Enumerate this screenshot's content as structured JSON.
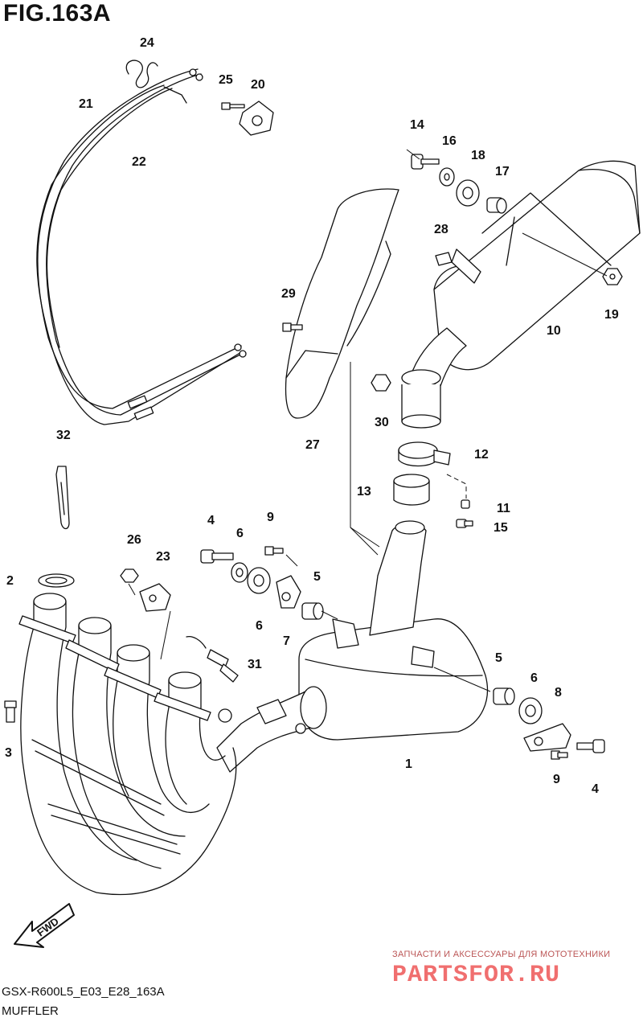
{
  "figure": {
    "title": "FIG.163A",
    "code": "GSX-R600L5_E03_E28_163A",
    "name": "MUFFLER"
  },
  "direction_badge": "FWD",
  "watermark": {
    "tagline": "ЗАПЧАСТИ И АКСЕССУАРЫ ДЛЯ МОТОТЕХНИКИ",
    "logo": "PARTSFOR.RU"
  },
  "callouts": [
    "1",
    "2",
    "3",
    "4",
    "4",
    "5",
    "5",
    "6",
    "6",
    "6",
    "7",
    "8",
    "9",
    "9",
    "10",
    "11",
    "12",
    "13",
    "14",
    "15",
    "16",
    "17",
    "18",
    "19",
    "20",
    "21",
    "22",
    "23",
    "24",
    "25",
    "26",
    "27",
    "28",
    "29",
    "30",
    "31",
    "32"
  ],
  "colors": {
    "line": "#111111",
    "watermark": "#f06f6f"
  }
}
